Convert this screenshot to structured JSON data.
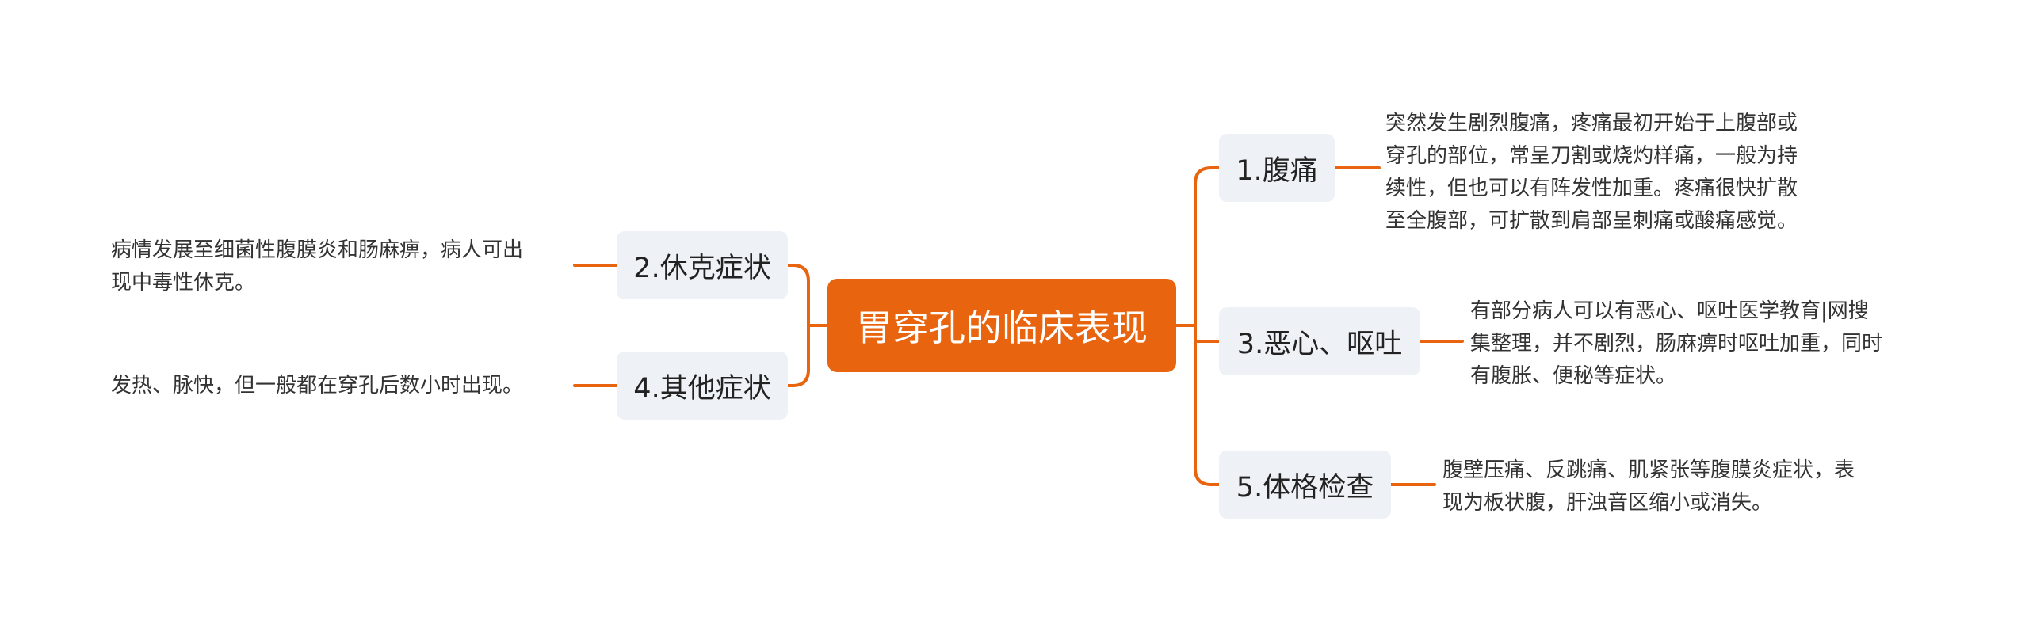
{
  "mindmap": {
    "root": "胃穿孔的临床表现",
    "branches": [
      {
        "id": "abdominal-pain",
        "label": "1.腹痛",
        "lines": [
          "突然发生剧烈腹痛，疼痛最初开始于上腹部或",
          "穿孔的部位，常呈刀割或烧灼样痛，一般为持",
          "续性，但也可以有阵发性加重。疼痛很快扩散",
          "至全腹部，可扩散到肩部呈刺痛或酸痛感觉。"
        ]
      },
      {
        "id": "shock",
        "label": "2.休克症状",
        "lines": [
          "病情发展至细菌性腹膜炎和肠麻痹，病人可出",
          "现中毒性休克。"
        ]
      },
      {
        "id": "nausea-vomiting",
        "label": "3.恶心、呕吐",
        "lines": [
          "有部分病人可以有恶心、呕吐医学教育|网搜",
          "集整理，并不剧烈，肠麻痹时呕吐加重，同时",
          "有腹胀、便秘等症状。"
        ]
      },
      {
        "id": "other",
        "label": "4.其他症状",
        "lines": [
          "发热、脉快，但一般都在穿孔后数小时出现。"
        ]
      },
      {
        "id": "physical-exam",
        "label": "5.体格检查",
        "lines": [
          "腹壁压痛、反跳痛、肌紧张等腹膜炎症状，表",
          "现为板状腹，肝浊音区缩小或消失。"
        ]
      }
    ]
  },
  "colors": {
    "accent": "#e8640f",
    "topic_background": "#eef1f5",
    "root_text": "#ffffff",
    "topic_text": "#222222",
    "detail_text": "#333333"
  }
}
